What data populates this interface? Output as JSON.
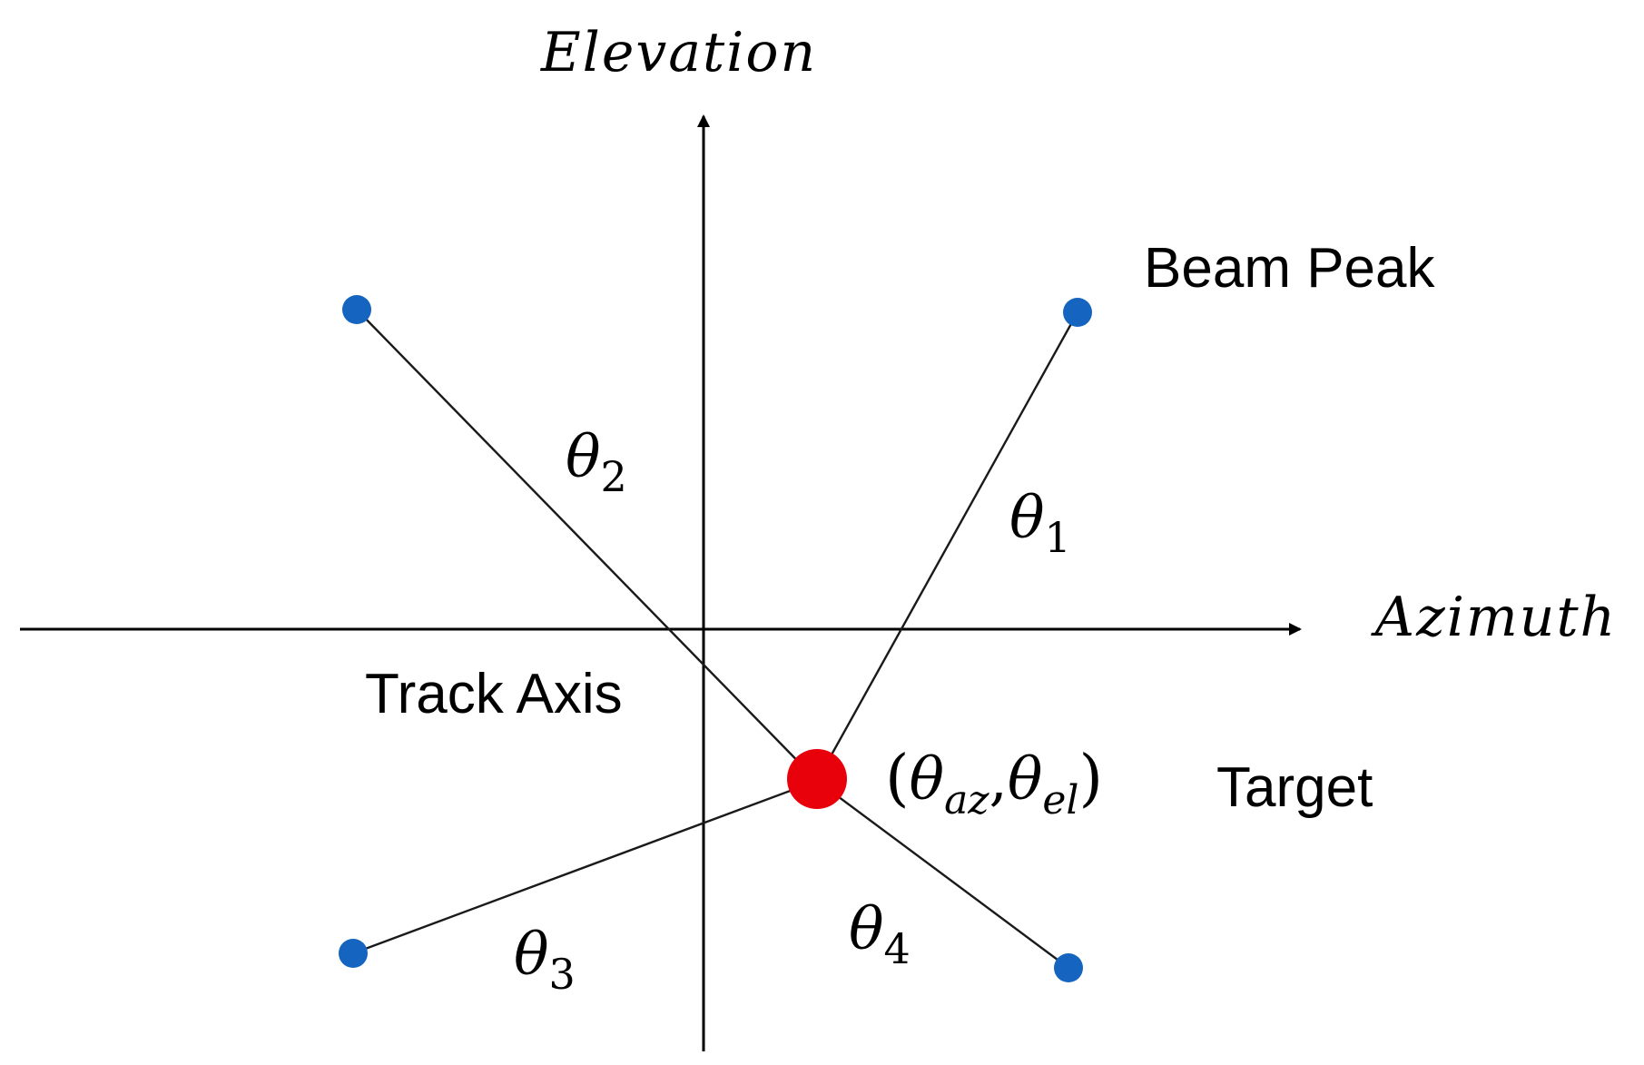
{
  "axes": {
    "vertical_label": "Elevation",
    "horizontal_label": "Azimuth",
    "track_axis_label": "Track Axis"
  },
  "beam_peak": {
    "label": "Beam Peak",
    "color": "#1f78c8"
  },
  "target": {
    "coordinate_open": "(",
    "theta": "θ",
    "az_subscript": "az",
    "separator": ",",
    "el_subscript": "el",
    "coordinate_close": ")",
    "label": "Target",
    "color": "#e8000b"
  },
  "angles": [
    {
      "symbol": "θ",
      "subscript": "1"
    },
    {
      "symbol": "θ",
      "subscript": "2"
    },
    {
      "symbol": "θ",
      "subscript": "3"
    },
    {
      "symbol": "θ",
      "subscript": "4"
    }
  ],
  "colors": {
    "point": "#1565c0",
    "target": "#e8000b",
    "line": "#1a1a1a"
  }
}
